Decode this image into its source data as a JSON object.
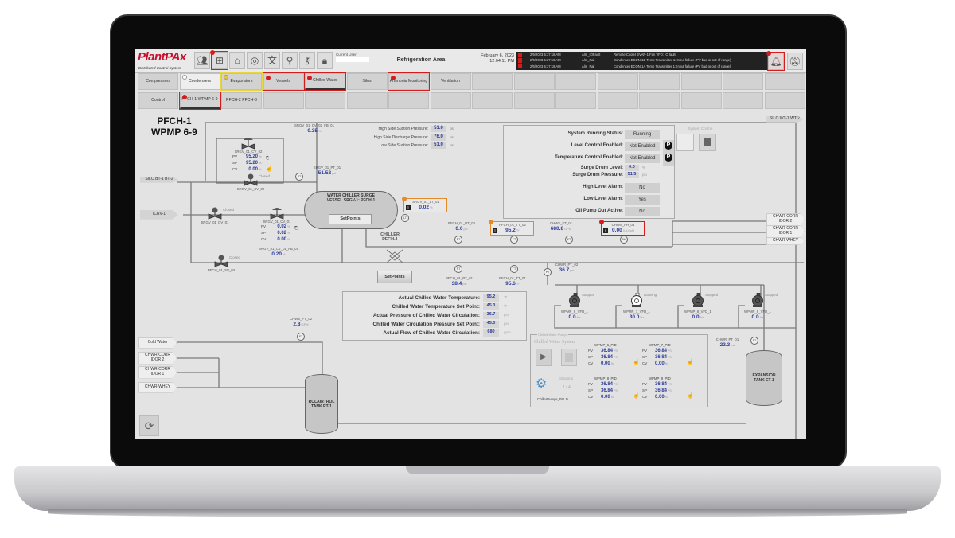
{
  "header": {
    "logo": "PlantPAx",
    "logo_sub": "Distributed Control System",
    "current_user_label": "Current User:",
    "area_title": "Refrigeration Area",
    "date": "February 6, 2023",
    "time": "12:04:11 PM",
    "alarms": [
      {
        "time": "2/6/2023 5:37:18 AM",
        "type": "Alm_IOFault",
        "message": "Remote Cooler EVAP-1 Fan VFD: IO fault"
      },
      {
        "time": "2/6/2023 5:37:19 AM",
        "type": "Alm_Fail",
        "message": "Condenser ECON-1B Temp Transmitter 1: Input failure (PV bad or out of range)"
      },
      {
        "time": "2/6/2023 5:37:19 AM",
        "type": "Alm_Fail",
        "message": "Condenser ECON-1A Temp Transmitter 1: Input failure (PV bad or out of range)"
      }
    ],
    "icons": [
      "people-icon",
      "hierarchy-icon",
      "home-icon",
      "refresh-gauge-icon",
      "language-icon",
      "search-icon",
      "key-icon",
      "lock-icon"
    ]
  },
  "nav_tabs": [
    "Compressors",
    "Condensers",
    "Evaporators",
    "Vessels",
    "Chilled Water",
    "Silos",
    "Ammonia Monitoring",
    "Ventilation",
    "",
    "",
    "",
    "",
    "",
    "",
    "",
    ""
  ],
  "sub_tabs": [
    "Control",
    "PFCH-1 WPMP 6-9",
    "PFCH-2 PFCH-3",
    "",
    "",
    "",
    "",
    "",
    "",
    "",
    "",
    "",
    "",
    "",
    "",
    ""
  ],
  "page_title": [
    "PFCH-1",
    "WPMP 6-9"
  ],
  "pressures": [
    {
      "label": "High Side Suction Pressure:",
      "value": "51.0",
      "unit": "psi"
    },
    {
      "label": "High Side Discharge Pressure:",
      "value": "76.0",
      "unit": "psi"
    },
    {
      "label": "Low Side Suction Pressure:",
      "value": "51.0",
      "unit": "psi"
    }
  ],
  "status_panel": [
    {
      "label": "System Running Status:",
      "value": "Running"
    },
    {
      "label": "Level Control Enabled:",
      "value": "Not Enabled"
    },
    {
      "label": "Temperature Control Enabled:",
      "value": "Not Enabled"
    },
    {
      "label": "Surge Drum Level:",
      "value": "0.0",
      "unit": "%"
    },
    {
      "label": "Surge Drum Pressure:",
      "value": "51.5",
      "unit": "psi"
    },
    {
      "label": "High Level Alarm:",
      "value": "No"
    },
    {
      "label": "Low Level Alarm:",
      "value": "Yes"
    },
    {
      "label": "Oil Pump Out Active:",
      "value": "No"
    }
  ],
  "permissive_icon": "P",
  "system_control_label": "System Control",
  "connections": {
    "silo_wt": "SILO WT-1 WT-2",
    "silo_bt": "SILO BT-1 BT-2",
    "icrv": "ICRV-1",
    "right": [
      "CHWR-CORR IDOR 2",
      "CHWR-CORR IDOR 1",
      "CHWR-WHEY"
    ],
    "left": [
      "Cold Water",
      "CHWR-CORR IDOR 2",
      "CHWR-CORR IDOR 1",
      "CHWR-WHEY"
    ]
  },
  "vessel": {
    "name": "WATER CHILLER SURGE VESSEL SRGV-1: PFCH-1",
    "setpoints": "SetPoints"
  },
  "chiller": {
    "name": "CHILLER PFCH-1",
    "setpoints": "SetPoints"
  },
  "instruments": [
    {
      "tag": "SRGV_01_CV_02_FB_01",
      "value": "0.35",
      "unit": "%"
    },
    {
      "tag": "SRGV_01_PT_01",
      "value": "51.52",
      "unit": "psi",
      "sym": "PT"
    },
    {
      "tag": "SRGV_01_LT_01",
      "value": "0.02",
      "unit": "%",
      "sym": "LT",
      "alarm": "orange"
    },
    {
      "tag": "PFCH_01_PT_02",
      "value": "0.0",
      "unit": "psi",
      "sym": "PT"
    },
    {
      "tag": "PFCH_01_TT_02",
      "value": "95.2",
      "unit": "°F",
      "sym": "TT",
      "alarm": "orange"
    },
    {
      "tag": "CHWS_FT_01",
      "value": "680.8",
      "unit": "GPM",
      "sym": "FT"
    },
    {
      "tag": "CHWS_PH_01",
      "value": "0.00",
      "unit": "0-14 pH",
      "sym": "PH",
      "alarm": "red"
    },
    {
      "tag": "CHWR_PT_02",
      "value": "36.7",
      "unit": "psi",
      "sym": "PT"
    },
    {
      "tag": "PFCH_01_PT_01",
      "value": "38.4",
      "unit": "psi",
      "sym": "PT"
    },
    {
      "tag": "PFCH_01_TT_01",
      "value": "95.6",
      "unit": "°F",
      "sym": "TT"
    },
    {
      "tag": "SRGV_01_CV_01_FB_01",
      "value": "0.20",
      "unit": "%"
    },
    {
      "tag": "CHWS_FT_02",
      "value": "2.8",
      "unit": "GPM",
      "sym": "FT"
    },
    {
      "tag": "CHWR_PT_01",
      "value": "22.3",
      "unit": "psi",
      "sym": "PT"
    }
  ],
  "valves": [
    {
      "tag": "SRGV_01_CV_02",
      "type": "control",
      "pv": "95.20",
      "sp": "95.20",
      "cv": "0.00",
      "unit": "%"
    },
    {
      "tag": "SRGV_01_SV_02",
      "type": "solenoid",
      "state": "Closed"
    },
    {
      "tag": "SRGV_01_DV_01",
      "type": "solenoid",
      "state": "Closed"
    },
    {
      "tag": "SRGV_01_CV_01",
      "type": "control",
      "pv": "0.02",
      "sp": "0.02",
      "cv": "0.00",
      "unit": "%"
    },
    {
      "tag": "PFCH_01_SV_03",
      "type": "solenoid",
      "state": "Closed"
    }
  ],
  "pv_labels": [
    "PV",
    "SP",
    "CV"
  ],
  "pumps": [
    {
      "tag": "WPMP_6_VFD_1",
      "state": "Stopped",
      "value": "0.0",
      "unit": "Hz"
    },
    {
      "tag": "WPMP_7_VFD_1",
      "state": "Running",
      "value": "30.0",
      "unit": "Hz"
    },
    {
      "tag": "WPMP_8_VFD_1",
      "state": "Stopped",
      "value": "0.0",
      "unit": "Hz"
    },
    {
      "tag": "WPMP_9_VFD_1",
      "state": "Stopped",
      "value": "0.0",
      "unit": "Hz"
    }
  ],
  "summary": [
    {
      "label": "Actual Chilled Water Temperature:",
      "value": "95.2",
      "unit": "°F"
    },
    {
      "label": "Chilled Water Temperature Set Point:",
      "value": "45.0",
      "unit": "°F"
    },
    {
      "label": "Actual Pressure of Chilled Water Circulation:",
      "value": "36.7",
      "unit": "psi"
    },
    {
      "label": "Chilled Water Circulation Pressure Set Point:",
      "value": "45.0",
      "unit": "psi"
    },
    {
      "label": "Actual Flow of Chilled Water Circulation:",
      "value": "680",
      "unit": "gpm"
    }
  ],
  "pump_panel": {
    "group_title": "Chilled Water Pumps",
    "title": "Chilled Water System",
    "status": "Stopping",
    "count": "1 / 4",
    "name": "ChillerPumps_PLLD",
    "pids": [
      {
        "tag": "WPMP_6_PID",
        "pv": "36.84",
        "sp": "36.84",
        "cv": "0.00"
      },
      {
        "tag": "WPMP_7_PID",
        "pv": "36.84",
        "sp": "36.84",
        "cv": "0.00"
      },
      {
        "tag": "WPMP_8_PID",
        "pv": "36.84",
        "sp": "36.84",
        "cv": "0.00"
      },
      {
        "tag": "WPMP_9_PID",
        "pv": "36.84",
        "sp": "36.84",
        "cv": "0.00"
      }
    ],
    "pv_unit": "PSI",
    "cv_unit": "Hz"
  },
  "tanks": {
    "rolairtrol": "ROLAIRTROL TANK RT-1",
    "expansion": "EXPANSION TANK ET-1"
  },
  "colors": {
    "alarm_red": "#d31c1c",
    "alarm_orange": "#e58a2b",
    "value_blue": "#2d3c9b",
    "logo_red": "#c8102e"
  }
}
